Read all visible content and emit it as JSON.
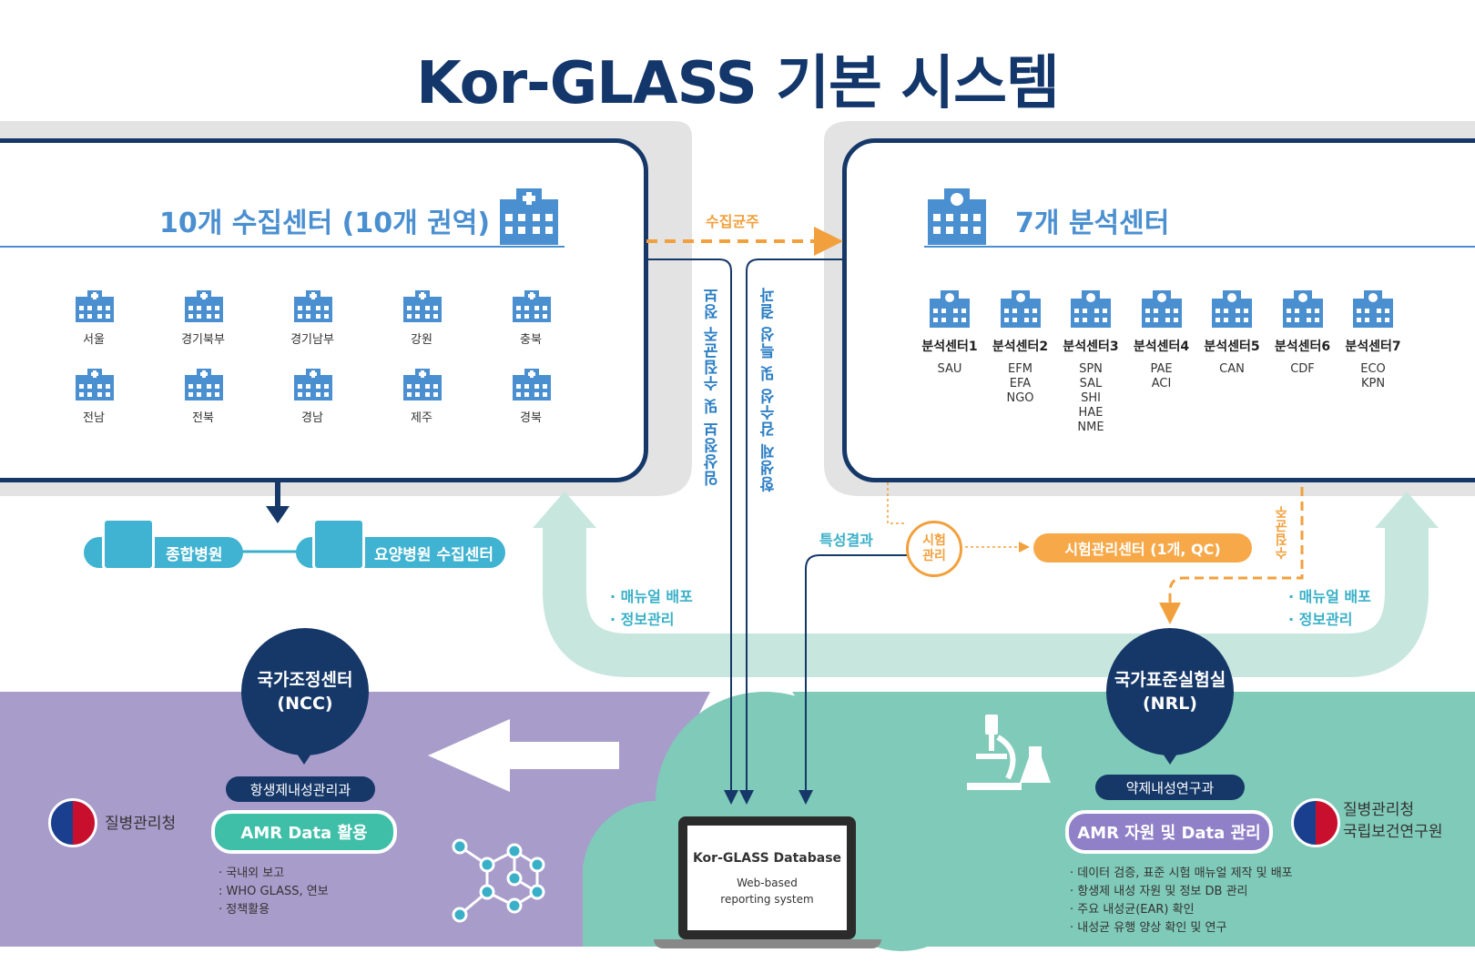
{
  "title": "Kor-GLASS 기본 시스템",
  "collection": {
    "title": "10개 수집센터 (10개 권역)",
    "centers": [
      "서울",
      "경기북부",
      "경기남부",
      "강원",
      "충북",
      "전남",
      "전북",
      "경남",
      "제주",
      "경북"
    ]
  },
  "analysis": {
    "title": "7개 분석센터",
    "centers": [
      {
        "label": "분석센터1",
        "codes": "SAU"
      },
      {
        "label": "분석센터2",
        "codes": "EFM\nEFA\nNGO"
      },
      {
        "label": "분석센터3",
        "codes": "SPN\nSAL\nSHI\nHAE\nNME"
      },
      {
        "label": "분석센터4",
        "codes": "PAE\nACI"
      },
      {
        "label": "분석센터5",
        "codes": "CAN"
      },
      {
        "label": "분석센터6",
        "codes": "CDF"
      },
      {
        "label": "분석센터7",
        "codes": "ECO\nKPN"
      }
    ]
  },
  "flows": {
    "strain_collect": "수집균주",
    "clinical_info": "임상정보 및 수집균주 정보",
    "susceptibility": "항생제 감수성 및 특성 결과",
    "char_result": "특성결과",
    "test_mgmt": "시험\n관리",
    "qc_center": "시험관리센터 (1개, QC)",
    "strain_collect_2": "수집균주",
    "manual_left": "· 매뉴얼 배포\n· 정보관리",
    "manual_right": "· 매뉴얼 배포\n· 정보관리"
  },
  "hospitals": {
    "general": "종합병원",
    "nursing": "요양병원 수집센터"
  },
  "ncc": {
    "name": "국가조정센터\n(NCC)",
    "dept": "항생제내성관리과",
    "role": "AMR Data 활용",
    "bullets": "·  국내외 보고\n  : WHO GLASS, 연보\n·  정책활용",
    "agency": "질병관리청"
  },
  "nrl": {
    "name": "국가표준실험실\n(NRL)",
    "dept": "약제내성연구과",
    "role": "AMR 자원 및 Data 관리",
    "bullets": "·  데이터 검증, 표준 시험 매뉴얼 제작 및 배포\n·  항생제 내성 자원 및 정보 DB 관리\n·  주요 내성균(EAR) 확인\n·  내성균 유행 양상 확인 및 연구",
    "agency": "질병관리청\n국립보건연구원"
  },
  "database": {
    "title": "Kor-GLASS Database",
    "subtitle": "Web-based\nreporting system"
  },
  "colors": {
    "navy": "#163869",
    "blue": "#4a8fd0",
    "teal": "#39b0c8",
    "orange": "#f2a03d",
    "purple": "#a89cca",
    "mint": "#7fcab8"
  }
}
